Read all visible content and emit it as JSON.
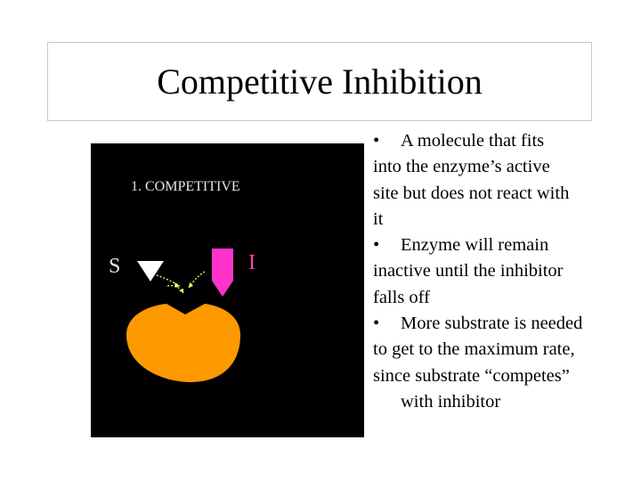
{
  "slide": {
    "title": "Competitive Inhibition"
  },
  "figure": {
    "heading": "1. COMPETITIVE",
    "substrate_label": "S",
    "inhibitor_label": "I",
    "colors": {
      "background": "#000000",
      "enzyme": "#ff9900",
      "substrate": "#ffffff",
      "inhibitor": "#ff33cc",
      "arrows": "#ffff66"
    }
  },
  "bullets": {
    "marker": "•",
    "b1_first": "A molecule that fits",
    "b1_lines": [
      "into the enzyme’s active",
      "site but does not react with",
      "it"
    ],
    "b2_first": "Enzyme will remain",
    "b2_lines": [
      "inactive until the inhibitor",
      "falls off"
    ],
    "b3_first": "More substrate is needed",
    "b3_lines": [
      "to get to the maximum rate,",
      "since substrate “competes”"
    ],
    "b3_last": "with inhibitor"
  }
}
